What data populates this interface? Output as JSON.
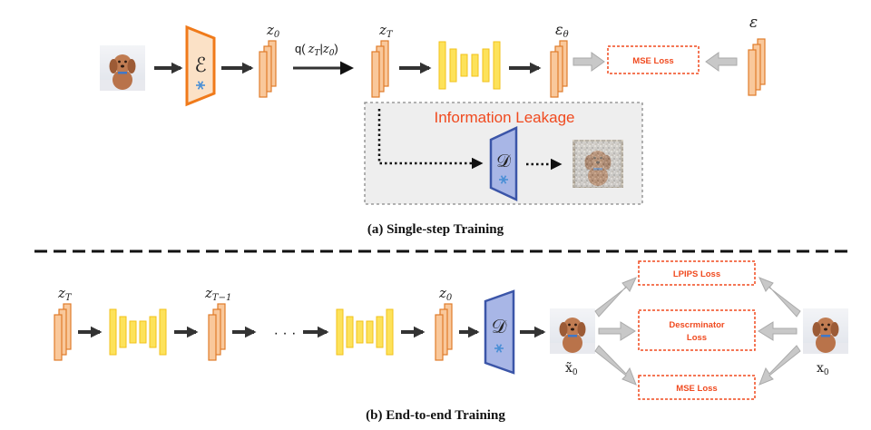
{
  "colors": {
    "orange_fill": "#f9c89b",
    "orange_stroke": "#e07b2a",
    "yellow_fill": "#fde25a",
    "yellow_stroke": "#f2c21b",
    "blue_fill": "#a8b6e6",
    "blue_stroke": "#3b55a8",
    "encoder_fill": "#fbe1c6",
    "encoder_stroke": "#f07a1a",
    "loss_red": "#f04a1f",
    "leak_bg": "#eeeeee",
    "grey_arrow": "#c8c8c8",
    "snow": "#4a8fd6"
  },
  "icons": [
    "dog-photo-icon",
    "snowflake-icon",
    "noisy-dog-photo-icon"
  ],
  "top": {
    "z0_label": "z",
    "z0_sub": "0",
    "q_label_prefix": "q(",
    "q_zT": "z",
    "q_zT_sub": "T",
    "q_bar": "|",
    "q_z0": "z",
    "q_z0_sub": "0",
    "q_close": ")",
    "zT_label": "z",
    "zT_sub": "T",
    "eps_theta_label": "ε",
    "eps_theta_sub": "θ",
    "eps_label": "ε",
    "encoder_symbol": "ℰ",
    "mse_loss": "MSE Loss",
    "leak_title": "Information Leakage",
    "decoder_symbol": "𝒟",
    "caption": "(a) Single-step Training"
  },
  "bottom": {
    "zT_label": "z",
    "zT_sub": "T",
    "zT1_label": "z",
    "zT1_sub": "T−1",
    "z0_label": "z",
    "z0_sub": "0",
    "dots": "· · ·",
    "decoder_symbol": "𝒟",
    "xhat_label": "x̃",
    "xhat_sub": "0",
    "x0_label": "x",
    "x0_sub": "0",
    "lpips_loss": "LPIPS Loss",
    "disc_loss_line1": "Descrminator",
    "disc_loss_line2": "Loss",
    "mse_loss": "MSE Loss",
    "caption": "(b) End-to-end Training"
  }
}
